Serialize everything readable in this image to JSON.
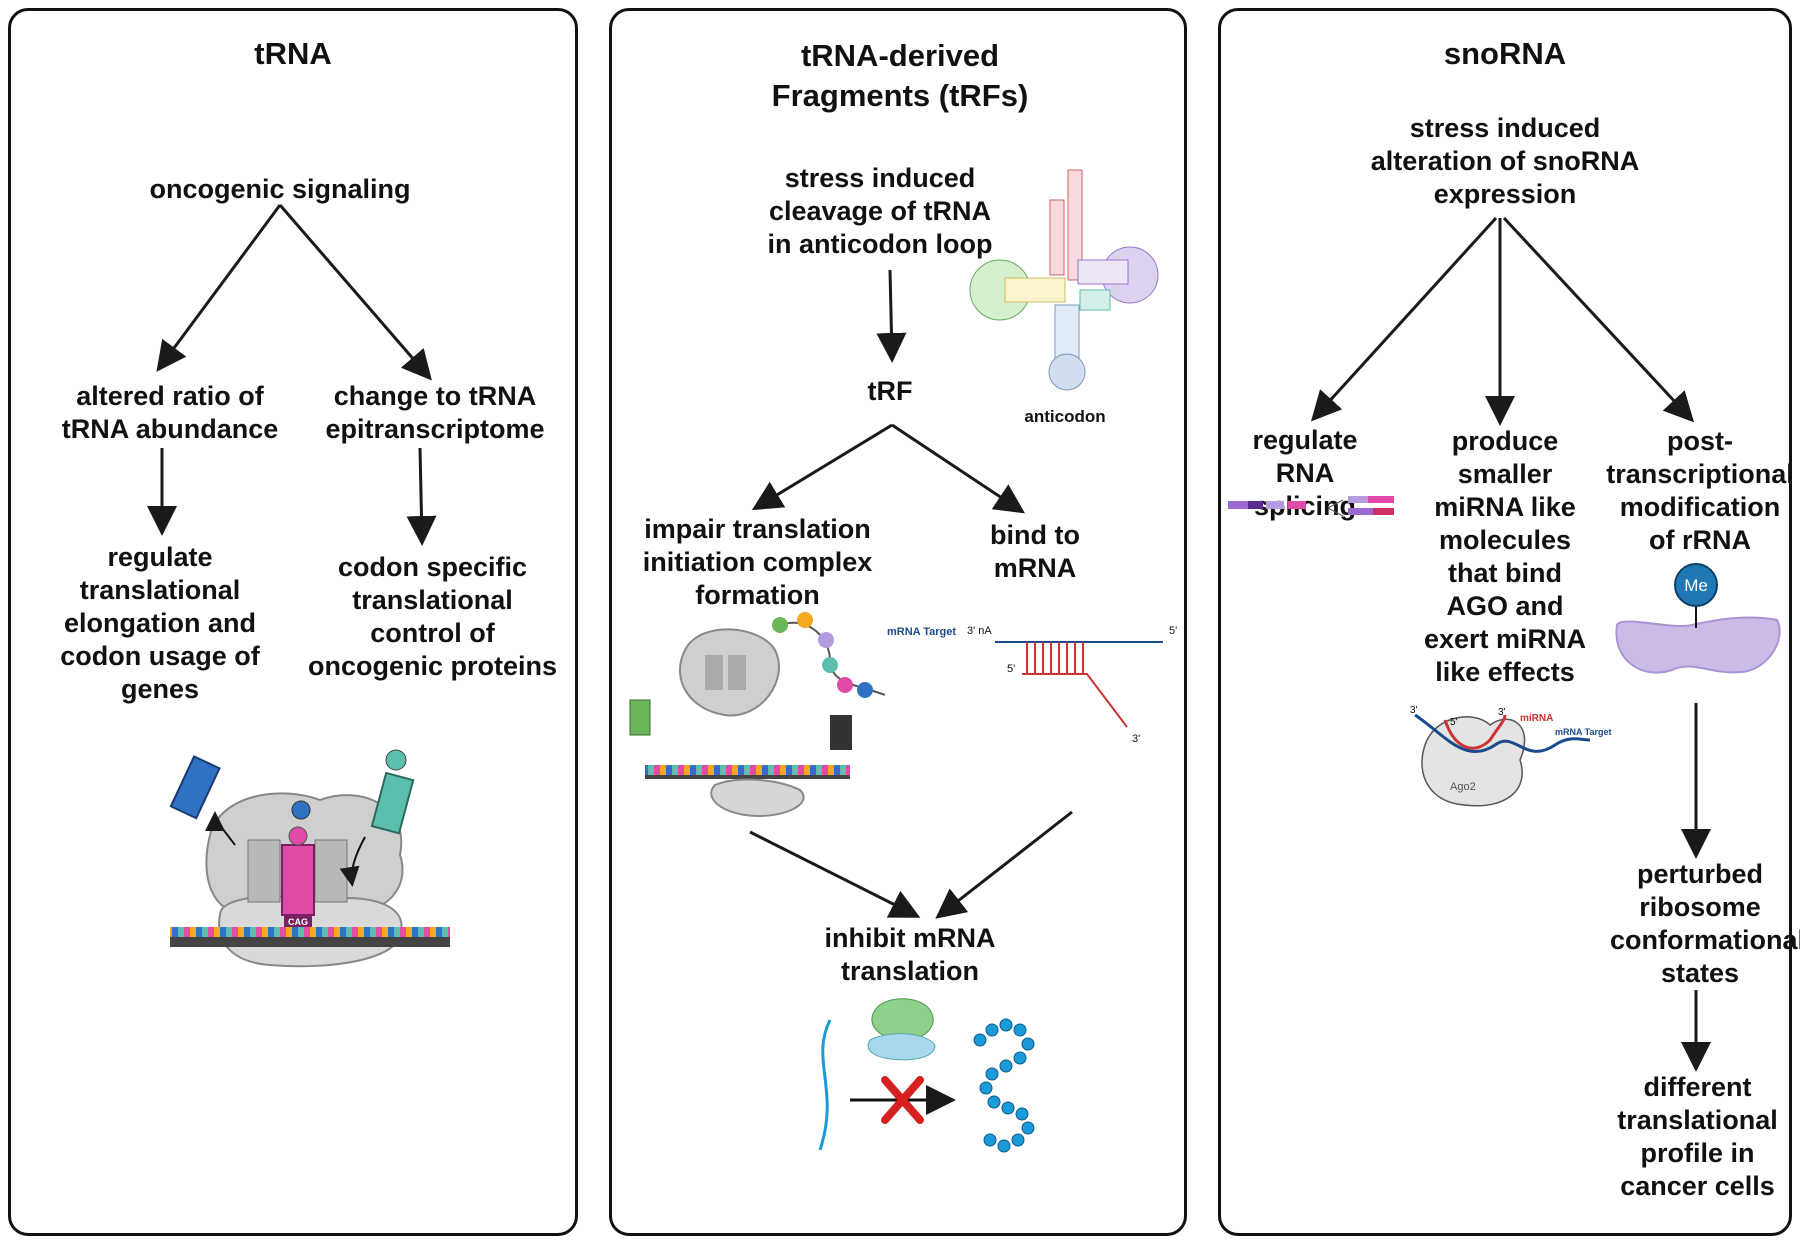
{
  "panels": {
    "trna": {
      "title": "tRNA",
      "signal": "oncogenic signaling",
      "left_effect": "altered ratio of tRNA abundance",
      "left_outcome": "regulate translational elongation and codon usage of genes",
      "right_effect": "change to tRNA epitranscriptome",
      "right_outcome": "codon specific translational control of oncogenic proteins",
      "codon_label": "CAG"
    },
    "trf": {
      "title": "tRNA-derived Fragments (tRFs)",
      "trigger": "stress induced cleavage of tRNA in anticodon loop",
      "anticodon_label": "anticodon",
      "product": "tRF",
      "left_effect": "impair translation initiation complex formation",
      "right_effect": "bind to mRNA",
      "mrna_target_label": "mRNA Target",
      "three_prime_na": "3' nA",
      "five_prime": "5'",
      "three_prime": "3'",
      "outcome": "inhibit mRNA translation"
    },
    "snorna": {
      "title": "snoRNA",
      "trigger": "stress induced alteration of snoRNA expression",
      "effect_1": "regulate RNA splicing",
      "effect_2": "produce smaller miRNA like molecules that bind AGO and exert miRNA like effects",
      "effect_3": "post-transcriptional modification of rRNA",
      "me_label": "Me",
      "ago_label": "Ago2",
      "mirna_label": "miRNA",
      "mrna_target_label": "mRNA Target",
      "five_prime": "5'",
      "three_prime": "3'",
      "outcome_1": "perturbed ribosome conformational states",
      "outcome_2": "different translational profile in cancer cells"
    }
  },
  "colors": {
    "border": "#111111",
    "arrow": "#1a1a1a",
    "ribosome": "#cfcfcf",
    "magenta": "#e04aa8",
    "blue": "#2f72c4",
    "teal": "#5cbfae",
    "me_blue": "#1f78b4",
    "lavender": "#cbbbe6",
    "red": "#d62020",
    "mrna_blue": "#1a9bd7"
  }
}
